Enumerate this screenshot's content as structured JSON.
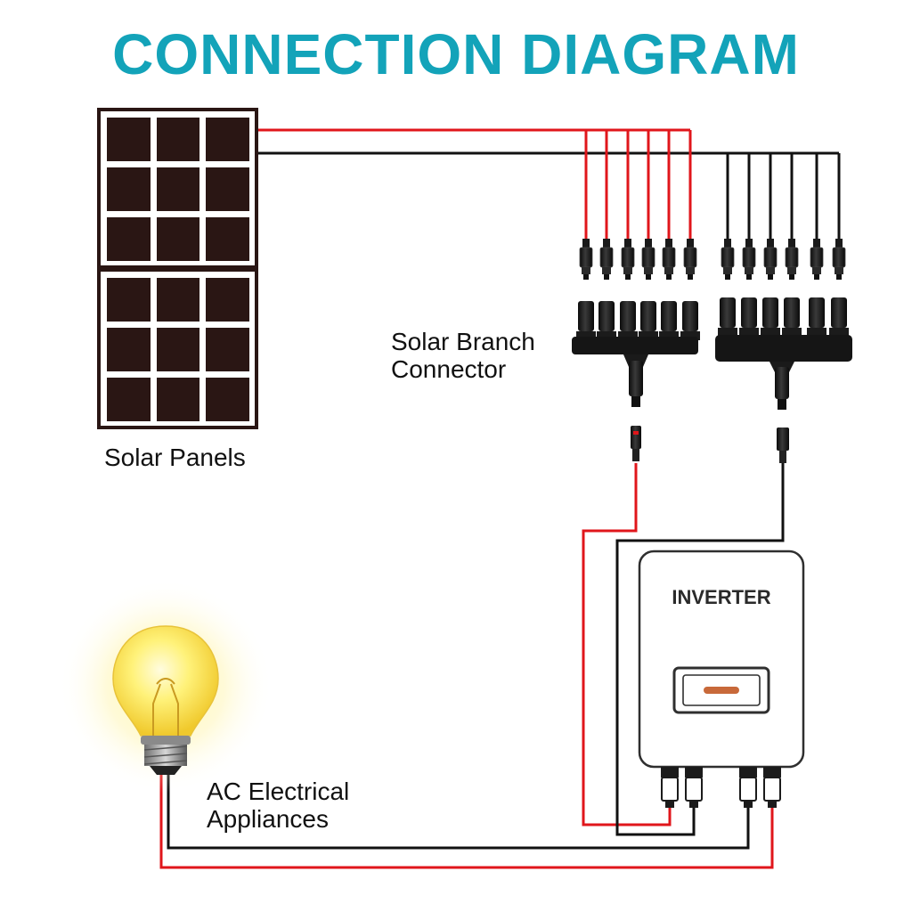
{
  "title": "CONNECTION DIAGRAM",
  "labels": {
    "solar_panels": "Solar Panels",
    "branch_connector_line1": "Solar Branch",
    "branch_connector_line2": "Connector",
    "ac_line1": "AC Electrical",
    "ac_line2": "Appliances",
    "inverter": "INVERTER"
  },
  "colors": {
    "title": "#13a3b9",
    "positive_wire": "#e0161b",
    "negative_wire": "#111111",
    "panel_cell": "#2a1614",
    "bulb_glow": "#fff27a",
    "inverter_indicator": "#c8693a"
  },
  "icons": {
    "panel": "solar-panel-icon",
    "branch": "branch-connector-icon",
    "inverter": "inverter-icon",
    "bulb": "light-bulb-icon"
  }
}
